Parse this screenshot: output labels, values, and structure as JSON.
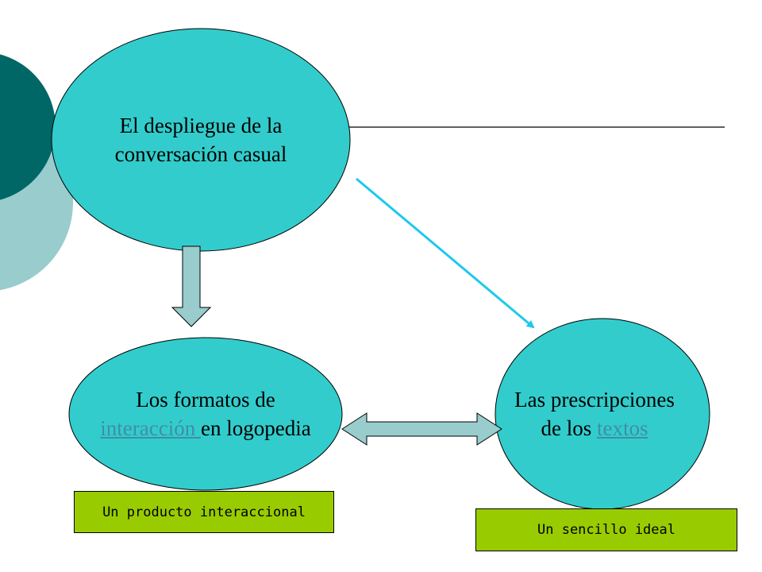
{
  "colors": {
    "ellipse_fill": "#33cccc",
    "arrow_fill": "#99cccc",
    "deco_dark": "#006666",
    "deco_light": "#99cccc",
    "connector_line": "#000000",
    "diag_arrow": "#1ec8ee",
    "link_text": "#3f8fa6",
    "box_fill": "#99cc00"
  },
  "nodes": {
    "top": {
      "line1": "El despliegue de la",
      "line2": "conversación casual"
    },
    "left": {
      "line1": "Los formatos de",
      "line2_link": "interacción ",
      "line2_rest": "en logopedia"
    },
    "right": {
      "line1": "Las prescripciones",
      "line2_prefix": "de los ",
      "line2_link": "textos"
    }
  },
  "boxes": {
    "left": "Un producto interaccional",
    "right": "Un sencillo ideal"
  },
  "icons": {
    "down_arrow": "block-arrow-down",
    "double_arrow": "block-arrow-left-right",
    "diag_arrow": "line-arrow-diagonal"
  }
}
